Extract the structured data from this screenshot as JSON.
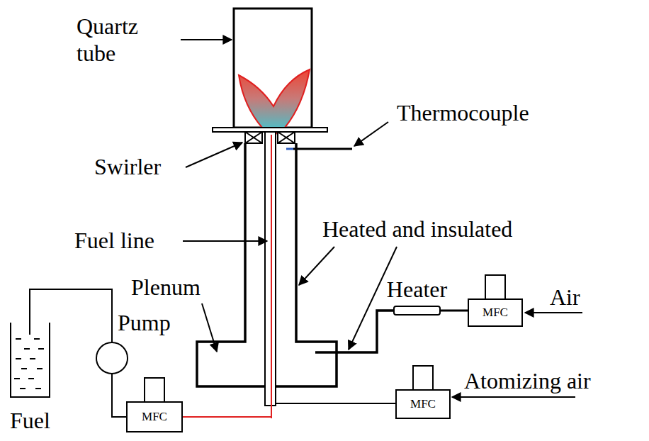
{
  "diagram": {
    "nodes": [
      {
        "text": [
          "Heater"
        ]
      },
      {
        "text": [
          "MFC"
        ]
      },
      {
        "text": [
          "MFC"
        ]
      },
      {
        "text": [
          "MFC"
        ]
      }
    ],
    "edges": [
      {
        "from": 1,
        "to": 0,
        "arrow": "none"
      }
    ],
    "labels": [
      "Quartz tube",
      "Thermocouple",
      "Swirler",
      "Fuel line",
      "Heated and insulated",
      "Plenum",
      "Pump",
      "Air",
      "Atomizing air",
      "Fuel"
    ]
  }
}
